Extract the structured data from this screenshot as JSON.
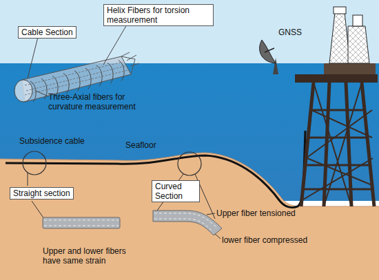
{
  "diagram": {
    "labels": [
      "Cable Section",
      "Helix Fibers for torsion measurement",
      "Three-Axial fibers for curvature measurement",
      "GNSS",
      "Subsidence cable",
      "Seafloor",
      "Straight section",
      "Curved Section",
      "Upper fiber tensioned",
      "lower fiber compressed",
      "Upper and lower fibers have same strain"
    ]
  }
}
